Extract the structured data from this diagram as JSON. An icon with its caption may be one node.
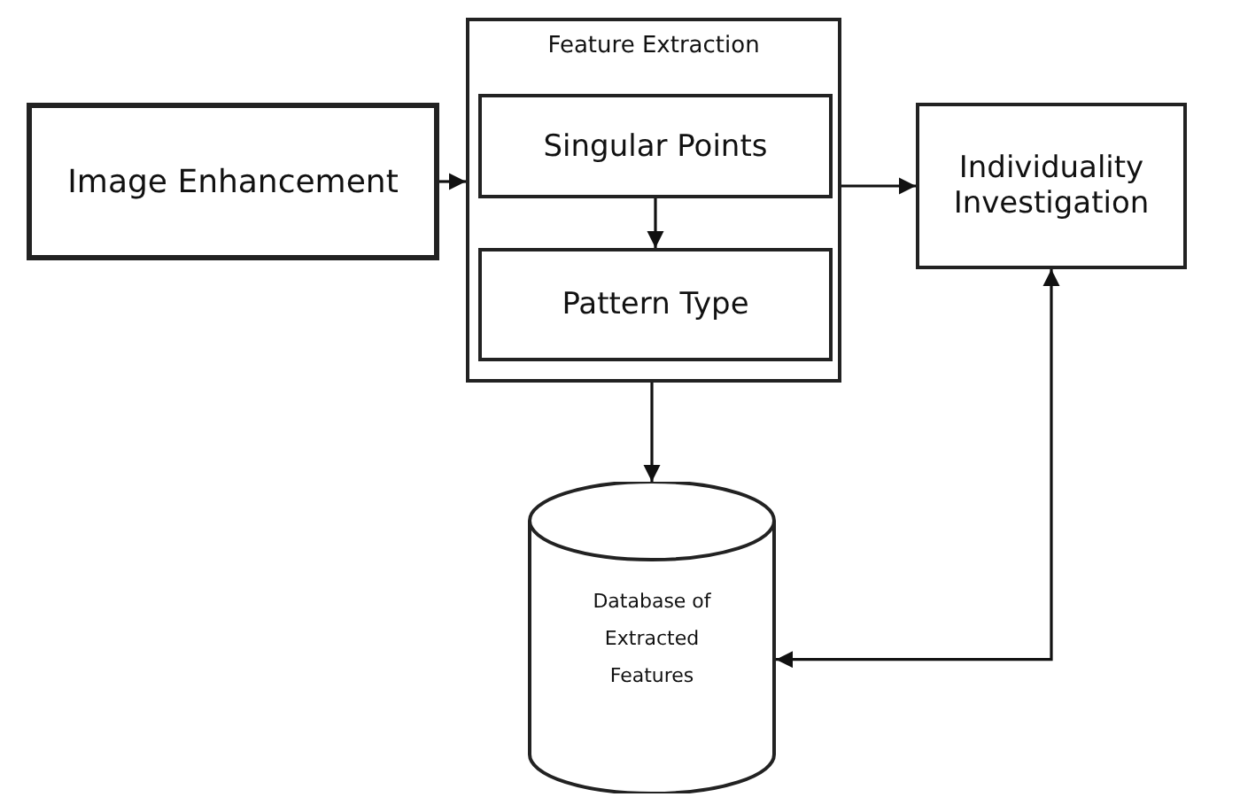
{
  "diagram": {
    "nodes": [
      {
        "text": [
          "Image Enhancement"
        ]
      },
      {
        "text": [
          "Feature Extraction"
        ]
      },
      {
        "text": [
          "Singular Points"
        ],
        "in": 1
      },
      {
        "text": [
          "Pattern Type"
        ],
        "in": 1
      },
      {
        "text": [
          "Individuality Investigation"
        ]
      },
      {
        "text": [
          "Database of Extracted Features"
        ]
      }
    ],
    "edges": [
      {
        "from": 0,
        "to": 1,
        "arrow": "to"
      },
      {
        "from": 2,
        "to": 3,
        "arrow": "to"
      },
      {
        "from": 1,
        "to": 4,
        "arrow": "to"
      },
      {
        "from": 1,
        "to": 5,
        "arrow": "to"
      },
      {
        "from": 4,
        "to": 5,
        "arrow": "both"
      }
    ]
  }
}
